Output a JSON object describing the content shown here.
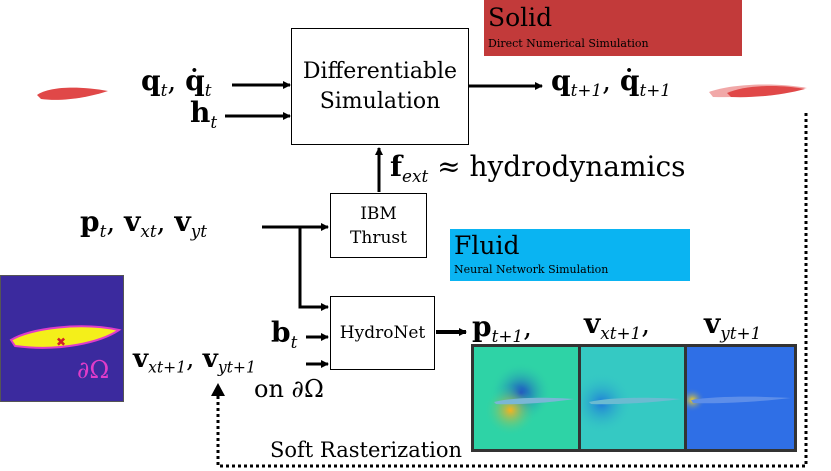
{
  "solid_panel": {
    "title": "Solid",
    "subtitle": "Direct Numerical Simulation",
    "color": "#c23a3a"
  },
  "fluid_panel": {
    "title": "Fluid",
    "subtitle": "Neural Network Simulation",
    "color": "#0ab4f2"
  },
  "boxes": {
    "differentiable_line1": "Differentiable",
    "differentiable_line2": "Simulation",
    "ibm_line1": "IBM",
    "ibm_line2": "Thrust",
    "hydronet": "HydroNet"
  },
  "labels": {
    "q_t": "q",
    "qdot_t": "q̇",
    "h_t": "h",
    "q_next": "q",
    "qdot_next": "q̇",
    "f_ext": "f",
    "f_ext_sub": "ext",
    "approx_hydro": "≈ hydrodynamics",
    "p_t": "p",
    "vx": "v",
    "vy": "v",
    "b_t": "b",
    "on_boundary": "on ∂Ω",
    "sub_t": "t",
    "sub_t1": "t+1",
    "sub_x": "x",
    "sub_y": "y",
    "sub_xt": "xt",
    "sub_yt": "yt",
    "sub_xt1": "xt+1",
    "sub_yt1": "yt+1",
    "comma": ",",
    "soft_rasterization": "Soft Rasterization",
    "domain_symbol": "∂Ω"
  },
  "output_headers": {
    "p": "p",
    "vx": "v",
    "vy": "v"
  },
  "colors": {
    "mask_bg": "#3b2a9e",
    "mask_shape": "#f4ef1a",
    "mask_outline": "#e03cc9",
    "fish": "#e04848",
    "field_bg1": "#2ed3a6",
    "field_bg2": "#35c9c3",
    "field_bg3": "#2f6fe6"
  }
}
